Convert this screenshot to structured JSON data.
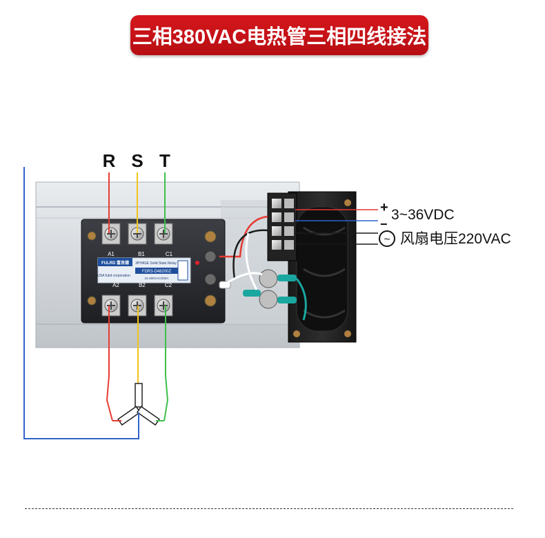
{
  "title": "三相380VAC电热管三相四线接法",
  "phases": {
    "r": "R",
    "s": "S",
    "t": "T"
  },
  "relay": {
    "brand": "FULRD 富良德",
    "type_text": "3PHASE Solid State Relay",
    "model": "FDR3-D48200Z",
    "rating": "24-480VAC/200A",
    "corp": "USA fulrd corporation",
    "terminals": {
      "a1": "A1",
      "b1": "B1",
      "c1": "C1",
      "a2": "A2",
      "b2": "B2",
      "c2": "C2"
    }
  },
  "labels": {
    "dc_plus": "+",
    "dc_minus": "−",
    "dc_voltage": "3~36VDC",
    "ac_symbol": "~",
    "fan_voltage": "风扇电压220VAC"
  },
  "colors": {
    "title_bg": "#c8141a",
    "wire_r": "#e63a32",
    "wire_s": "#f0c419",
    "wire_t": "#3cbf4a",
    "wire_n": "#2f63c9"
  }
}
